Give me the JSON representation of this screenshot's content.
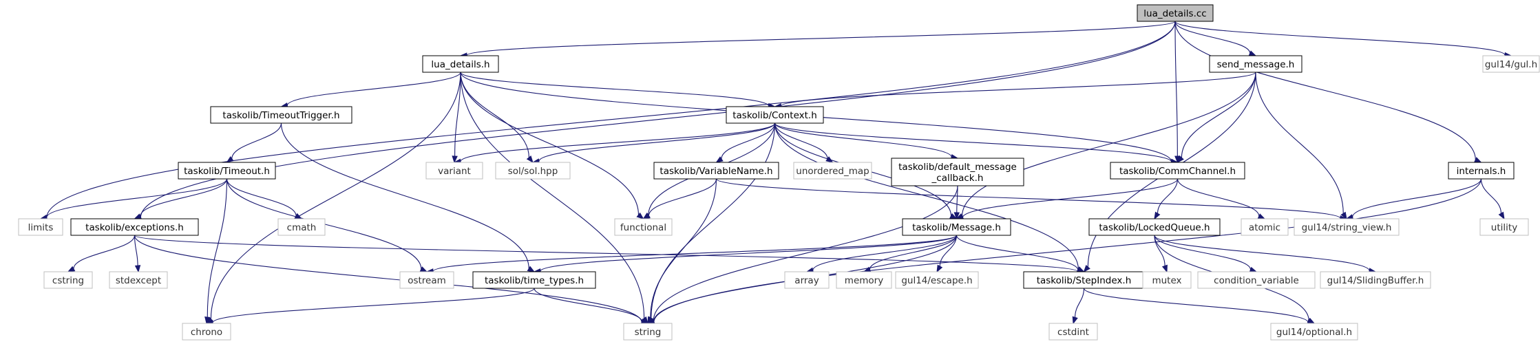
{
  "graph": {
    "nodes": [
      {
        "id": "lua_details_cc",
        "label": [
          "lua_details.cc"
        ],
        "kind": "main"
      },
      {
        "id": "lua_details_h",
        "label": [
          "lua_details.h"
        ],
        "kind": "local"
      },
      {
        "id": "send_message_h",
        "label": [
          "send_message.h"
        ],
        "kind": "local"
      },
      {
        "id": "gul14_gul_h",
        "label": [
          "gul14/gul.h"
        ],
        "kind": "external"
      },
      {
        "id": "timeout_trigger_h",
        "label": [
          "taskolib/TimeoutTrigger.h"
        ],
        "kind": "local"
      },
      {
        "id": "context_h",
        "label": [
          "taskolib/Context.h"
        ],
        "kind": "local"
      },
      {
        "id": "timeout_h",
        "label": [
          "taskolib/Timeout.h"
        ],
        "kind": "local"
      },
      {
        "id": "variant",
        "label": [
          "variant"
        ],
        "kind": "external"
      },
      {
        "id": "sol_hpp",
        "label": [
          "sol/sol.hpp"
        ],
        "kind": "external"
      },
      {
        "id": "variable_name_h",
        "label": [
          "taskolib/VariableName.h"
        ],
        "kind": "local"
      },
      {
        "id": "unordered_map",
        "label": [
          "unordered_map"
        ],
        "kind": "external"
      },
      {
        "id": "default_msg_cb_h",
        "label": [
          "taskolib/default_message",
          "_callback.h"
        ],
        "kind": "local"
      },
      {
        "id": "comm_channel_h",
        "label": [
          "taskolib/CommChannel.h"
        ],
        "kind": "local"
      },
      {
        "id": "internals_h",
        "label": [
          "internals.h"
        ],
        "kind": "local"
      },
      {
        "id": "limits",
        "label": [
          "limits"
        ],
        "kind": "external"
      },
      {
        "id": "exceptions_h",
        "label": [
          "taskolib/exceptions.h"
        ],
        "kind": "local"
      },
      {
        "id": "cmath",
        "label": [
          "cmath"
        ],
        "kind": "external"
      },
      {
        "id": "functional",
        "label": [
          "functional"
        ],
        "kind": "external"
      },
      {
        "id": "message_h",
        "label": [
          "taskolib/Message.h"
        ],
        "kind": "local"
      },
      {
        "id": "atomic",
        "label": [
          "atomic"
        ],
        "kind": "external"
      },
      {
        "id": "locked_queue_h",
        "label": [
          "taskolib/LockedQueue.h"
        ],
        "kind": "local"
      },
      {
        "id": "string_view_h",
        "label": [
          "gul14/string_view.h"
        ],
        "kind": "external"
      },
      {
        "id": "utility",
        "label": [
          "utility"
        ],
        "kind": "external"
      },
      {
        "id": "cstring",
        "label": [
          "cstring"
        ],
        "kind": "external"
      },
      {
        "id": "stdexcept",
        "label": [
          "stdexcept"
        ],
        "kind": "external"
      },
      {
        "id": "ostream",
        "label": [
          "ostream"
        ],
        "kind": "external"
      },
      {
        "id": "time_types_h",
        "label": [
          "taskolib/time_types.h"
        ],
        "kind": "local"
      },
      {
        "id": "array",
        "label": [
          "array"
        ],
        "kind": "external"
      },
      {
        "id": "memory",
        "label": [
          "memory"
        ],
        "kind": "external"
      },
      {
        "id": "escape_h",
        "label": [
          "gul14/escape.h"
        ],
        "kind": "external"
      },
      {
        "id": "step_index_h",
        "label": [
          "taskolib/StepIndex.h"
        ],
        "kind": "local"
      },
      {
        "id": "mutex",
        "label": [
          "mutex"
        ],
        "kind": "external"
      },
      {
        "id": "condition_variable",
        "label": [
          "condition_variable"
        ],
        "kind": "external"
      },
      {
        "id": "sliding_buffer_h",
        "label": [
          "gul14/SlidingBuffer.h"
        ],
        "kind": "external"
      },
      {
        "id": "chrono",
        "label": [
          "chrono"
        ],
        "kind": "external"
      },
      {
        "id": "string",
        "label": [
          "string"
        ],
        "kind": "external"
      },
      {
        "id": "cstdint",
        "label": [
          "cstdint"
        ],
        "kind": "external"
      },
      {
        "id": "optional_h",
        "label": [
          "gul14/optional.h"
        ],
        "kind": "external"
      }
    ],
    "edges": [
      [
        "lua_details_cc",
        "lua_details_h"
      ],
      [
        "lua_details_cc",
        "send_message_h"
      ],
      [
        "lua_details_cc",
        "gul14_gul_h"
      ],
      [
        "lua_details_cc",
        "limits"
      ],
      [
        "lua_details_cc",
        "exceptions_h"
      ],
      [
        "lua_details_cc",
        "comm_channel_h"
      ],
      [
        "lua_details_cc",
        "internals_h"
      ],
      [
        "lua_details_h",
        "timeout_trigger_h"
      ],
      [
        "lua_details_h",
        "context_h"
      ],
      [
        "lua_details_h",
        "variant"
      ],
      [
        "lua_details_h",
        "sol_hpp"
      ],
      [
        "lua_details_h",
        "functional"
      ],
      [
        "lua_details_h",
        "string"
      ],
      [
        "lua_details_h",
        "chrono"
      ],
      [
        "lua_details_h",
        "comm_channel_h"
      ],
      [
        "send_message_h",
        "context_h"
      ],
      [
        "send_message_h",
        "comm_channel_h"
      ],
      [
        "send_message_h",
        "message_h"
      ],
      [
        "send_message_h",
        "string_view_h"
      ],
      [
        "send_message_h",
        "step_index_h"
      ],
      [
        "timeout_trigger_h",
        "timeout_h"
      ],
      [
        "timeout_trigger_h",
        "time_types_h"
      ],
      [
        "timeout_h",
        "limits"
      ],
      [
        "timeout_h",
        "exceptions_h"
      ],
      [
        "timeout_h",
        "cmath"
      ],
      [
        "timeout_h",
        "ostream"
      ],
      [
        "timeout_h",
        "chrono"
      ],
      [
        "context_h",
        "variant"
      ],
      [
        "context_h",
        "sol_hpp"
      ],
      [
        "context_h",
        "functional"
      ],
      [
        "context_h",
        "string"
      ],
      [
        "context_h",
        "variable_name_h"
      ],
      [
        "context_h",
        "unordered_map"
      ],
      [
        "context_h",
        "default_msg_cb_h"
      ],
      [
        "context_h",
        "comm_channel_h"
      ],
      [
        "context_h",
        "message_h"
      ],
      [
        "context_h",
        "step_index_h"
      ],
      [
        "variable_name_h",
        "functional"
      ],
      [
        "variable_name_h",
        "string"
      ],
      [
        "variable_name_h",
        "string_view_h"
      ],
      [
        "default_msg_cb_h",
        "message_h"
      ],
      [
        "default_msg_cb_h",
        "string"
      ],
      [
        "comm_channel_h",
        "message_h"
      ],
      [
        "comm_channel_h",
        "locked_queue_h"
      ],
      [
        "comm_channel_h",
        "atomic"
      ],
      [
        "internals_h",
        "string_view_h"
      ],
      [
        "internals_h",
        "utility"
      ],
      [
        "internals_h",
        "string"
      ],
      [
        "exceptions_h",
        "cstring"
      ],
      [
        "exceptions_h",
        "stdexcept"
      ],
      [
        "exceptions_h",
        "string"
      ],
      [
        "exceptions_h",
        "step_index_h"
      ],
      [
        "message_h",
        "ostream"
      ],
      [
        "message_h",
        "time_types_h"
      ],
      [
        "message_h",
        "array"
      ],
      [
        "message_h",
        "memory"
      ],
      [
        "message_h",
        "escape_h"
      ],
      [
        "message_h",
        "step_index_h"
      ],
      [
        "message_h",
        "string"
      ],
      [
        "locked_queue_h",
        "mutex"
      ],
      [
        "locked_queue_h",
        "condition_variable"
      ],
      [
        "locked_queue_h",
        "sliding_buffer_h"
      ],
      [
        "locked_queue_h",
        "optional_h"
      ],
      [
        "time_types_h",
        "chrono"
      ],
      [
        "time_types_h",
        "string"
      ],
      [
        "step_index_h",
        "cstdint"
      ],
      [
        "step_index_h",
        "optional_h"
      ]
    ]
  }
}
